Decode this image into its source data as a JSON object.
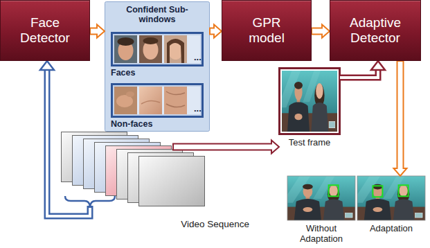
{
  "diagram": {
    "nodes": [
      {
        "text": [
          "Face Detector"
        ]
      },
      {
        "text": [
          "Confident Sub-windows"
        ]
      },
      {
        "text": [
          "...",
          "Faces"
        ],
        "in": 1
      },
      {
        "text": [
          "...",
          "Non-faces"
        ],
        "in": 1
      },
      {
        "text": [
          "GPR model"
        ]
      },
      {
        "text": [
          "Adaptive Detector"
        ]
      },
      {
        "text": [
          "Test frame"
        ]
      },
      {
        "text": [
          "Video Sequence"
        ]
      },
      {
        "text": [
          "Without Adaptation"
        ]
      },
      {
        "text": [
          "Adaptation"
        ]
      }
    ],
    "edges": [
      {
        "from": 0,
        "to": 1,
        "arrow": "to"
      },
      {
        "from": 1,
        "to": 4,
        "arrow": "to"
      },
      {
        "from": 4,
        "to": 5,
        "arrow": "to"
      },
      {
        "from": 6,
        "to": 5,
        "arrow": "to"
      },
      {
        "from": 7,
        "to": 0,
        "arrow": "to"
      },
      {
        "from": 7,
        "to": 6,
        "arrow": "to"
      },
      {
        "from": 5,
        "to": 9,
        "arrow": "to"
      }
    ]
  }
}
